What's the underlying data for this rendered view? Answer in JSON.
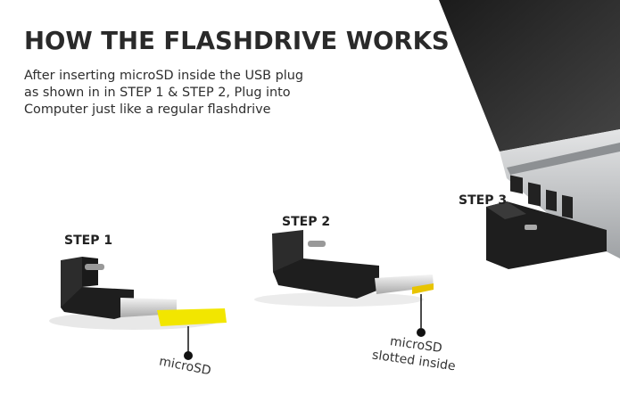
{
  "title": "HOW THE FLASHDRIVE WORKS",
  "description": [
    "After inserting microSD inside the USB plug",
    "as shown in in STEP 1 & STEP 2, Plug into",
    "Computer just like a regular flashdrive"
  ],
  "steps": [
    {
      "label": "STEP 1",
      "callout": [
        "microSD"
      ]
    },
    {
      "label": "STEP 2",
      "callout": [
        "microSD",
        "slotted inside"
      ]
    },
    {
      "label": "STEP 3"
    }
  ],
  "colors": {
    "drive_body": "#1e1e1e",
    "microsd": "#f2e600",
    "laptop_screen": "#2b2b2b",
    "laptop_body": "#c9cbcd"
  }
}
